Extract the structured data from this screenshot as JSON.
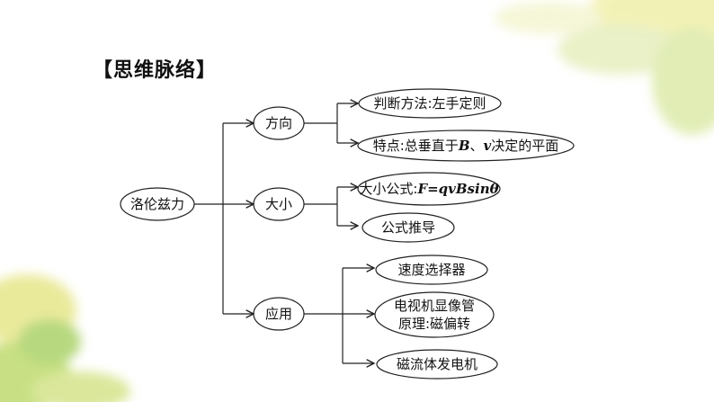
{
  "section": {
    "title": "【思维脉络】"
  },
  "diagram": {
    "root": "洛伦兹力",
    "branches": [
      {
        "label": "方向",
        "children": [
          {
            "text": "判断方法:左手定则"
          },
          {
            "prefix": "特点:总垂直于",
            "var1": "B",
            "sep": "、",
            "var2": "v",
            "suffix": "决定的平面"
          }
        ]
      },
      {
        "label": "大小",
        "children": [
          {
            "prefix": "大小公式:",
            "formula": "F=qvBsinθ"
          },
          {
            "text": "公式推导"
          }
        ]
      },
      {
        "label": "应用",
        "children": [
          {
            "text": "速度选择器"
          },
          {
            "line1": "电视机显像管",
            "line2": "原理:磁偏转"
          },
          {
            "text": "磁流体发电机"
          }
        ]
      }
    ]
  },
  "colors": {
    "stroke": "#222222",
    "leaf_yellow": "#e8e36a",
    "leaf_green": "#b6d65a"
  }
}
